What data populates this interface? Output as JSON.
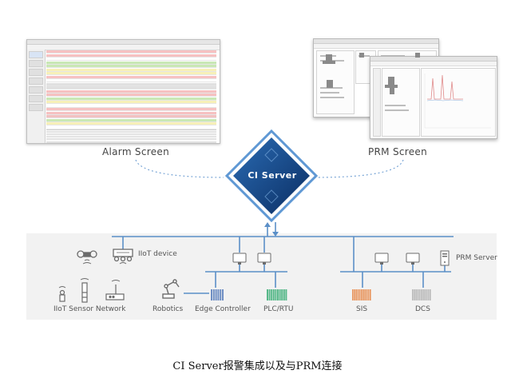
{
  "screens": {
    "alarm_label": "Alarm Screen",
    "prm_label": "PRM Screen"
  },
  "server": {
    "name": "CI Server"
  },
  "network": {
    "iiot_device": "IIoT device",
    "iiot_sensor_network": "IIoT Sensor Network",
    "robotics": "Robotics",
    "edge_controller": "Edge Controller",
    "plc_rtu": "PLC/RTU",
    "sis": "SIS",
    "dcs": "DCS",
    "prm_server": "PRM Server"
  },
  "caption": "CI Server报警集成以及与PRM连接",
  "colors": {
    "network_line": "#5b8fc7",
    "diamond_dark": "#0b2e63",
    "diamond_mid": "#1f5fa8",
    "diamond_light": "#5f98d4",
    "connector_dots": "#7aa6d6",
    "sis_orange": "#e8935a",
    "plc_green": "#58b88a",
    "edge_blue": "#6f8fc4",
    "dcs_gray": "#b8b8b8",
    "icon_gray": "#6b6b6b"
  }
}
